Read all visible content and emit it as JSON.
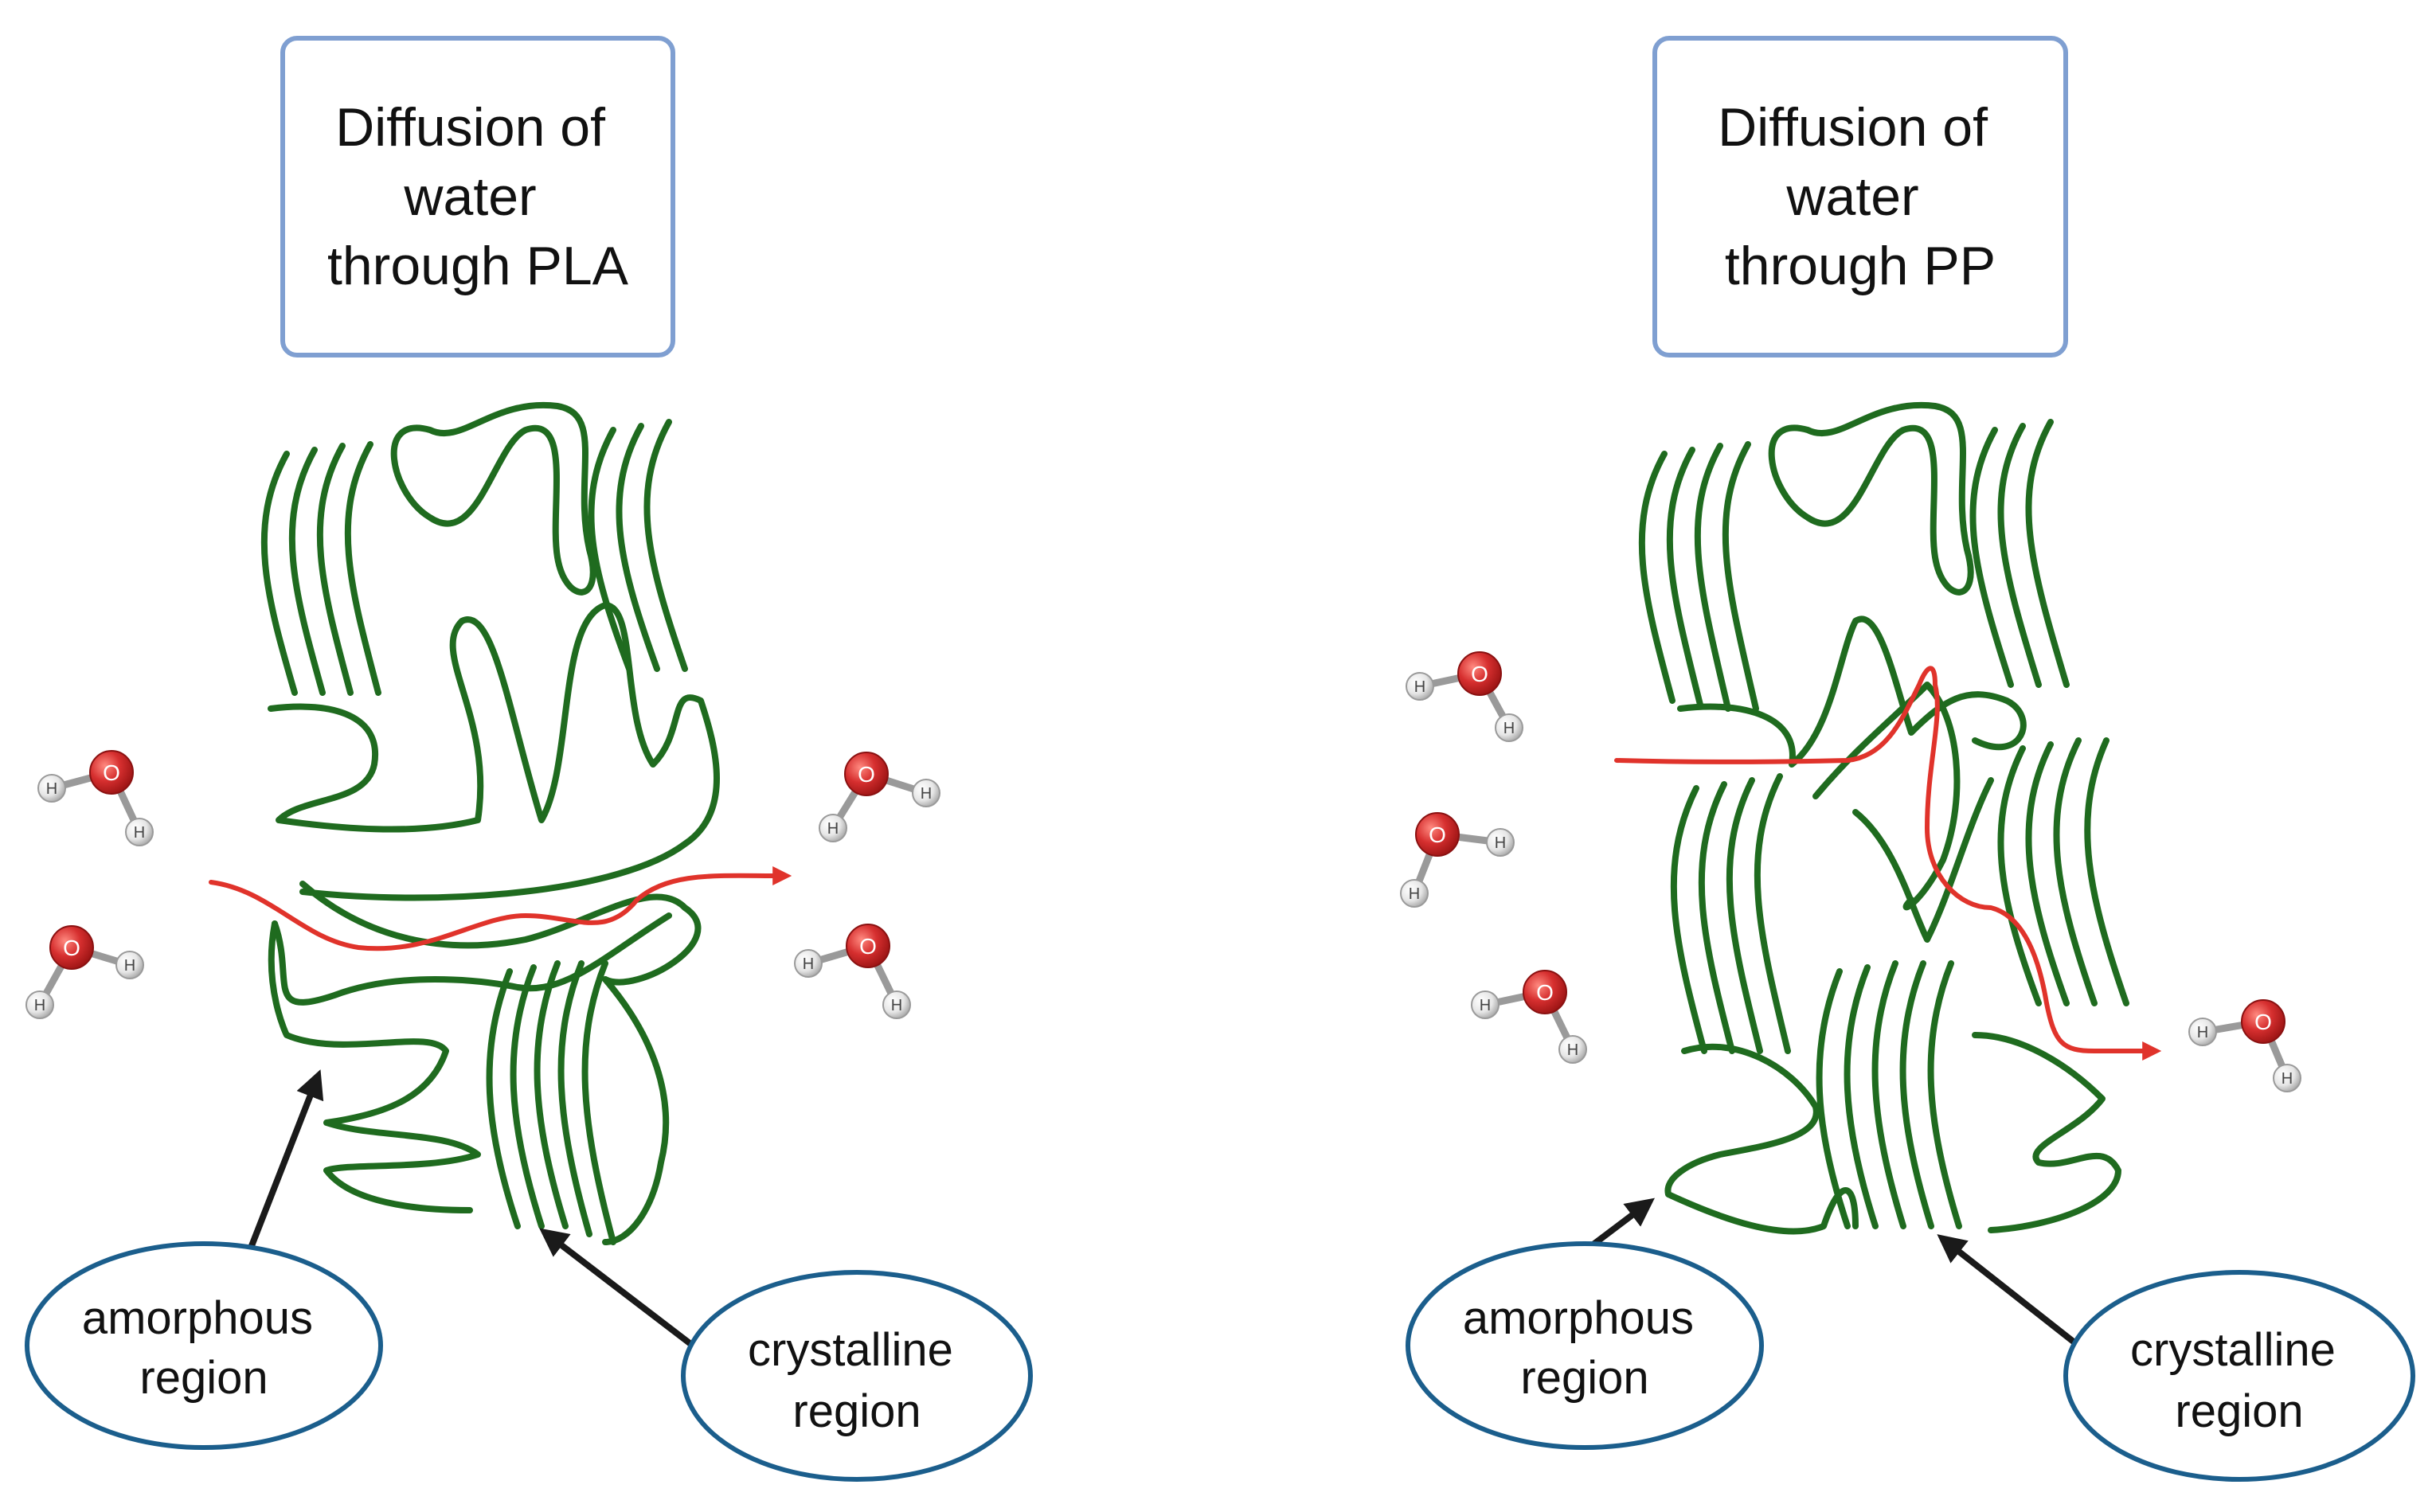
{
  "panels": [
    {
      "title_lines": [
        "Diffusion of",
        "water",
        "through PLA"
      ],
      "amorphous_label": [
        "amorphous",
        "region"
      ],
      "crystalline_label": [
        "crystalline",
        "region"
      ]
    },
    {
      "title_lines": [
        "Diffusion of",
        "water",
        "through PP"
      ],
      "amorphous_label": [
        "amorphous",
        "region"
      ],
      "crystalline_label": [
        "crystalline",
        "region"
      ]
    }
  ],
  "molecule": {
    "oxygen": "O",
    "hydrogen": "H"
  },
  "colors": {
    "title_border": "#7f9fd1",
    "oval_border": "#1b5e8c",
    "polymer": "#1f6b1f",
    "flow_arrow": "#e0332b",
    "pointer_arrow": "#1a1a1a",
    "oxygen": "#d62f2f",
    "hydrogen": "#e6e6e6"
  }
}
